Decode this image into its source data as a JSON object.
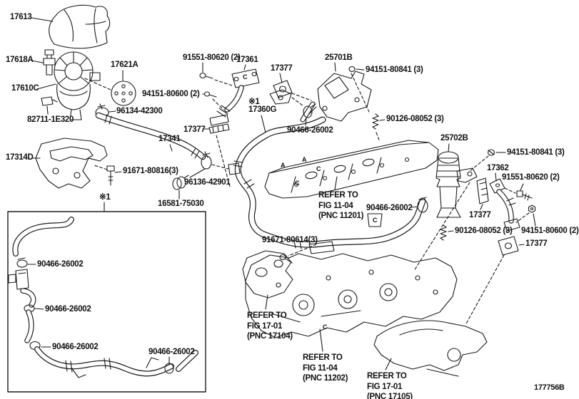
{
  "diagram": {
    "code": "177756B",
    "footnote_symbol": "※1",
    "colors": {
      "line": "#1a1a1a",
      "background": "#ffffff"
    }
  },
  "part_labels": [
    {
      "text": "17613"
    },
    {
      "text": "17618A"
    },
    {
      "text": "17621A"
    },
    {
      "text": "17610C"
    },
    {
      "text": "94151-80600 (2)"
    },
    {
      "text": "96134-42300"
    },
    {
      "text": "82711-1E320"
    },
    {
      "text": "17314D"
    },
    {
      "text": "17341"
    },
    {
      "text": "91671-80816(3)"
    },
    {
      "text": "96136-42901"
    },
    {
      "text": "16581-75030"
    },
    {
      "text": "※1"
    },
    {
      "text": "91551-80620 (2)"
    },
    {
      "text": "17361"
    },
    {
      "text": "17377"
    },
    {
      "text": "25701B"
    },
    {
      "text": "94151-80841 (3)"
    },
    {
      "text": "90126-08052 (3)"
    },
    {
      "text": "※1"
    },
    {
      "text": "17360G"
    },
    {
      "text": "17377"
    },
    {
      "text": "90466-26002"
    },
    {
      "text": "25702B"
    },
    {
      "text": "94151-80841 (3)"
    },
    {
      "text": "17362"
    },
    {
      "text": "91551-80620 (2)"
    },
    {
      "text": "17377"
    },
    {
      "text": "90466-26002"
    },
    {
      "text": "90126-08052 (3)"
    },
    {
      "text": "94151-80600 (2)"
    },
    {
      "text": "17377"
    },
    {
      "text": "91671-80614(3)"
    },
    {
      "text": "90466-26002"
    },
    {
      "text": "90466-26002"
    },
    {
      "text": "90466-26002"
    },
    {
      "text": "90466-26002"
    }
  ],
  "refer_notes": [
    {
      "text": "REFER TO\nFIG 11-04\n(PNC 11201)"
    },
    {
      "text": "REFER TO\nFIG 17-01\n(PNC 17104)"
    },
    {
      "text": "REFER TO\nFIG 11-04\n(PNC 11202)"
    },
    {
      "text": "REFER TO\nFIG 17-01\n(PNC 17105)"
    }
  ],
  "markers": [
    {
      "text": "C"
    },
    {
      "text": "A"
    },
    {
      "text": "A"
    },
    {
      "text": "C"
    },
    {
      "text": "C"
    },
    {
      "text": "C"
    },
    {
      "text": "C"
    }
  ]
}
